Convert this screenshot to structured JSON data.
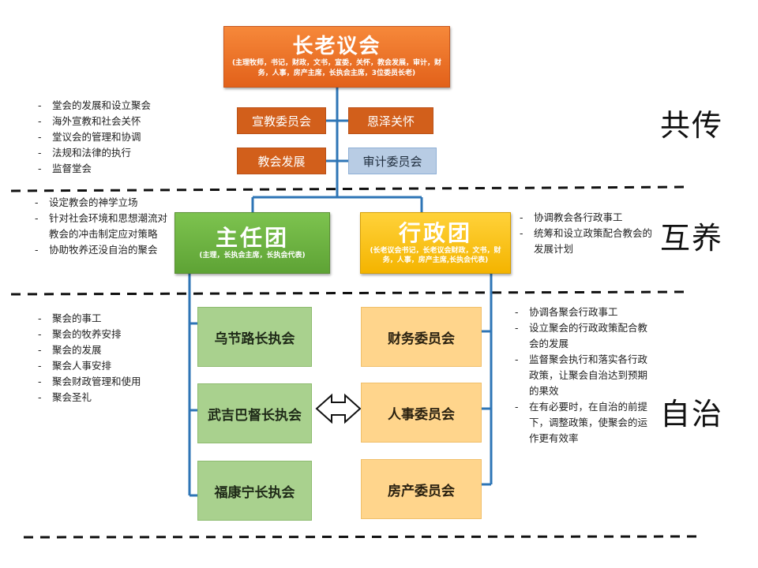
{
  "top": {
    "title": "长老议会",
    "subtitle": "(主理牧师，书记，财政，文书，宣委，关怀，教会发展，审计，财务，人事，房产主席，长执会主席，3位委员长老)"
  },
  "committees": {
    "xuanjiao": "宣教委员会",
    "enze": "恩泽关怀",
    "fazhan": "教会发展",
    "shenji": "审计委员会"
  },
  "zhuren": {
    "title": "主任团",
    "subtitle": "(主理，长执会主席，长执会代表)"
  },
  "xingzheng": {
    "title": "行政团",
    "subtitle": "(长老议会书记，长老议会财政，文书，财务，人事，房产主席,长执会代表)"
  },
  "councils": [
    "乌节路长执会",
    "武吉巴督长执会",
    "福康宁长执会"
  ],
  "admin_committees": [
    "财务委员会",
    "人事委员会",
    "房产委员会"
  ],
  "left_notes_1": [
    "堂会的发展和设立聚会",
    "海外宣教和社会关怀",
    "堂议会的管理和协调",
    "法规和法律的执行",
    "监督堂会"
  ],
  "left_notes_2": [
    "设定教会的神学立场",
    "针对社会环境和思想潮流对教会的冲击制定应对策略",
    "协助牧养还没自治的聚会"
  ],
  "left_notes_3": [
    "聚会的事工",
    "聚会的牧养安排",
    "聚会的发展",
    "聚会人事安排",
    "聚会财政管理和使用",
    "聚会圣礼"
  ],
  "right_notes_2": [
    "协调教会各行政事工",
    "统筹和设立政策配合教会的发展计划"
  ],
  "right_notes_3": [
    "协调各聚会行政事工",
    "设立聚会的行政政策配合教会的发展",
    "监督聚会执行和落实各行政政策，让聚会自治达到预期的果效",
    "在有必要时，在自治的前提下，调整政策，使聚会的运作更有效率"
  ],
  "labels": {
    "gongchuan": "共传",
    "huyang": "互养",
    "zizhi": "自治"
  },
  "colors": {
    "top_orange": "#e8702a",
    "committee_orange": "#d25f1b",
    "committee_blue": "#b8cce4",
    "green": "#6db140",
    "yellow": "#f9c01a",
    "light_green": "#a9d18e",
    "light_yellow": "#ffd58c",
    "connector_blue": "#2e75b6"
  }
}
